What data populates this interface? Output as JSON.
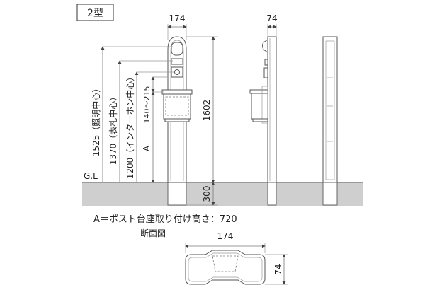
{
  "title": "2型",
  "dims": {
    "front_width": "174",
    "side_depth": "74",
    "height_total": "1602",
    "below_ground": "300",
    "light_center": "1525（照明中心）",
    "nameplate_center": "1370（表札中心）",
    "intercom_center": "1200（インターホン中心）",
    "intercom_range": "140～215",
    "a_label": "A",
    "gl_label": "G.L"
  },
  "note": "A＝ポスト台座取り付け高さ：720",
  "section": {
    "label": "断面図",
    "width": "174",
    "depth": "74"
  },
  "colors": {
    "ground": "#cfcfcf",
    "line": "#555555"
  }
}
